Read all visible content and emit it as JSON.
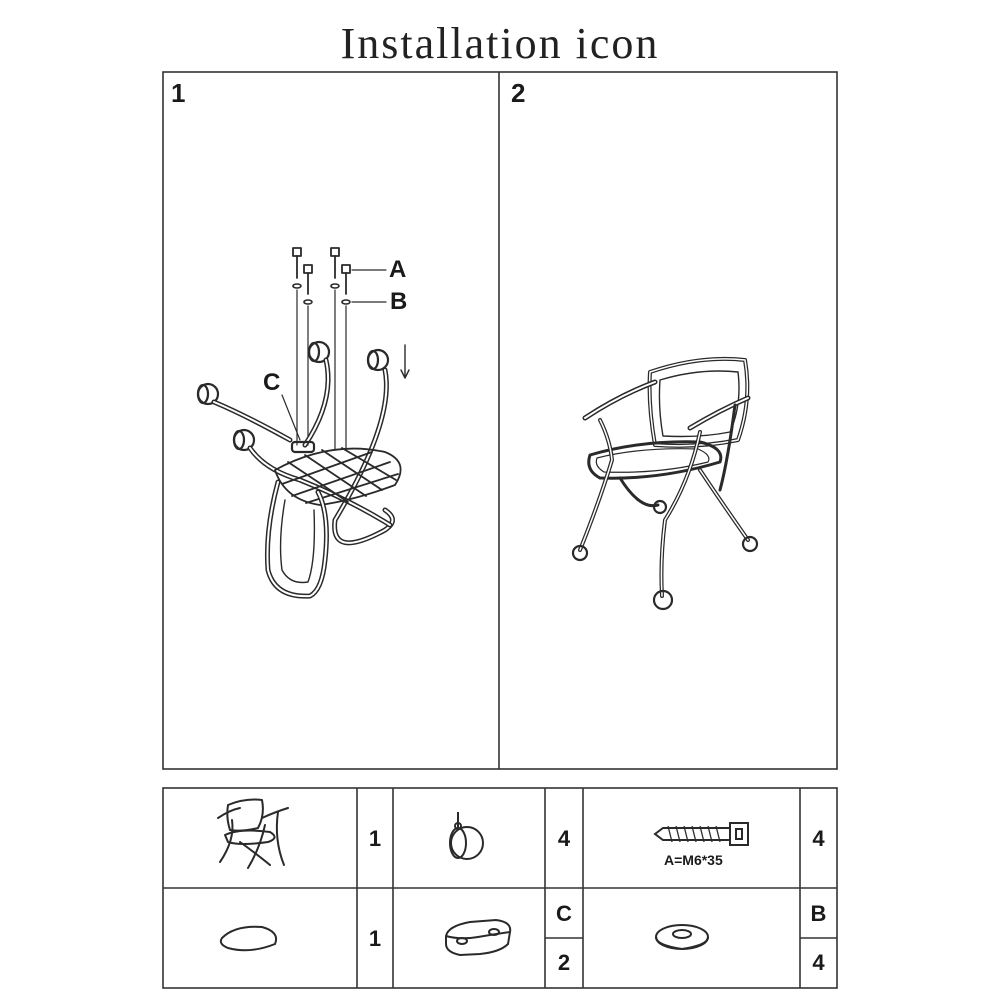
{
  "title": "Installation icon",
  "steps": [
    {
      "number": "1",
      "callouts": {
        "screw": "A",
        "washer": "B",
        "connector": "C"
      }
    },
    {
      "number": "2"
    }
  ],
  "parts": [
    {
      "name": "chair frame",
      "qty": "1"
    },
    {
      "name": "caster",
      "qty": "4"
    },
    {
      "name": "bolt",
      "spec": "A=M6*35",
      "qty": "4"
    },
    {
      "name": "seat plate",
      "qty": "1"
    },
    {
      "name": "connector",
      "label": "C",
      "qty": "2"
    },
    {
      "name": "washer",
      "label": "B",
      "qty": "4"
    }
  ]
}
